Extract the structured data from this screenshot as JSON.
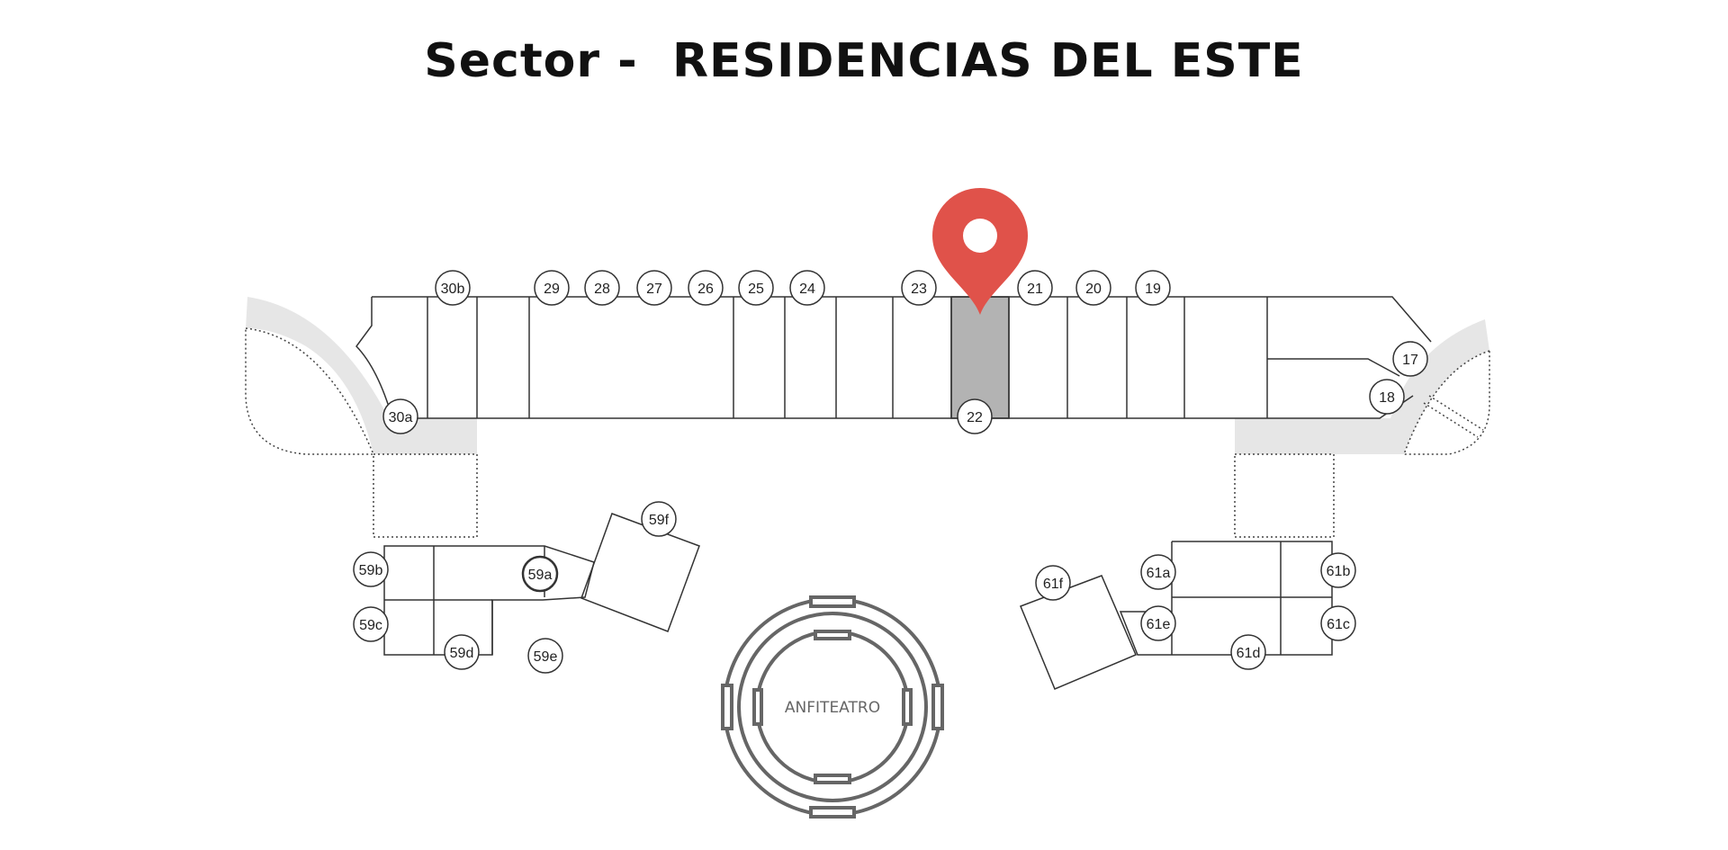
{
  "title": "Sector -  RESIDENCIAS DEL ESTE",
  "colors": {
    "selected_lot": "#b3b3b3",
    "pin": "#e0524a",
    "walkway": "#e6e6e6",
    "line": "#333333",
    "amphitheater": "#666666"
  },
  "selected_lot": "22",
  "pin_icon": "map-marker-icon",
  "amphitheater_label": "ANFITEATRO",
  "lot_labels": {
    "l30b": "30b",
    "l29": "29",
    "l28": "28",
    "l27": "27",
    "l26": "26",
    "l25": "25",
    "l24": "24",
    "l23": "23",
    "l21": "21",
    "l20": "20",
    "l19": "19",
    "l17": "17",
    "l18": "18",
    "l30a": "30a",
    "l22": "22",
    "l59f": "59f",
    "l59b": "59b",
    "l59a": "59a",
    "l59c": "59c",
    "l59d": "59d",
    "l59e": "59e",
    "l61f": "61f",
    "l61a": "61a",
    "l61b": "61b",
    "l61e": "61e",
    "l61c": "61c",
    "l61d": "61d"
  }
}
